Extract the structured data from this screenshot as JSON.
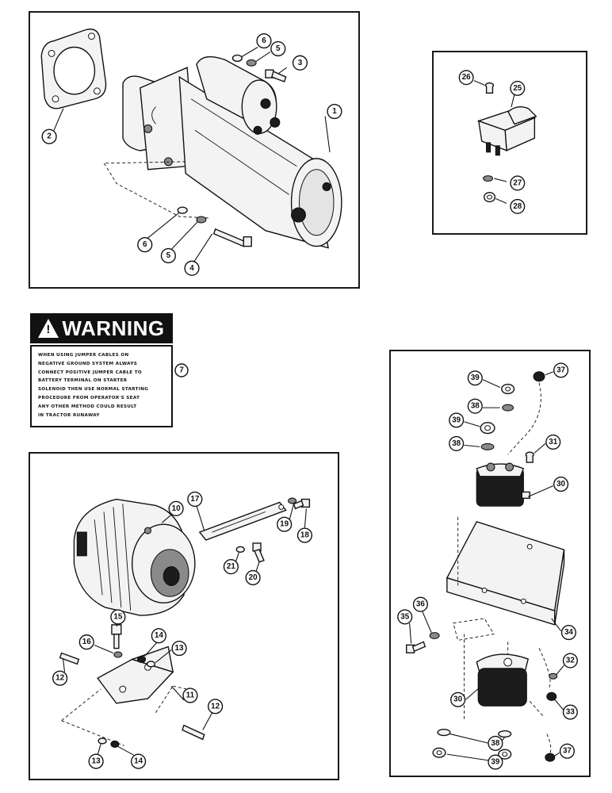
{
  "warning": {
    "triangle_glyph": "!",
    "title": "WARNING",
    "lines": [
      "WHEN USING JUMPER CABLES ON",
      "NEGATIVE GROUND SYSTEM ALWAYS",
      "CONNECT POSITIVE JUMPER CABLE TO",
      "BATTERY TERMINAL ON STARTER",
      "SOLENOID THEN USE NORMAL STARTING",
      "PROCEDURE FROM OPERATOR'S SEAT",
      "ANY OTHER METHOD COULD RESULT",
      "IN TRACTOR RUNAWAY"
    ],
    "callout": "7"
  },
  "starter_panel": {
    "callouts": [
      "1",
      "2",
      "3",
      "4",
      "5",
      "5",
      "6",
      "6"
    ]
  },
  "relay_panel": {
    "callouts": [
      "25",
      "26",
      "27",
      "28"
    ]
  },
  "alternator_panel": {
    "callouts": [
      "10",
      "11",
      "12",
      "12",
      "13",
      "13",
      "14",
      "14",
      "15",
      "16",
      "17",
      "18",
      "19",
      "20",
      "21"
    ]
  },
  "solenoid_panel": {
    "callouts": [
      "30",
      "30",
      "31",
      "32",
      "33",
      "34",
      "35",
      "36",
      "37",
      "37",
      "38",
      "38",
      "38",
      "39",
      "39",
      "39"
    ]
  }
}
